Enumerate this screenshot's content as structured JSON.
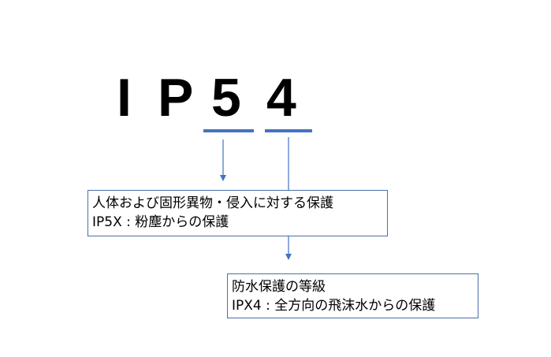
{
  "code": {
    "letters": [
      "I",
      "P",
      "5",
      "4"
    ]
  },
  "dust_box": {
    "line1": "人体および固形異物・侵入に対する保護",
    "line2": "IP5X : 粉塵からの保護"
  },
  "water_box": {
    "line1": "防水保護の等級",
    "line2": "IPX4 : 全方向の飛沫水からの保護"
  },
  "colors": {
    "accent": "#4472c4",
    "box_border": "#4a6fa8",
    "text": "#000000"
  }
}
